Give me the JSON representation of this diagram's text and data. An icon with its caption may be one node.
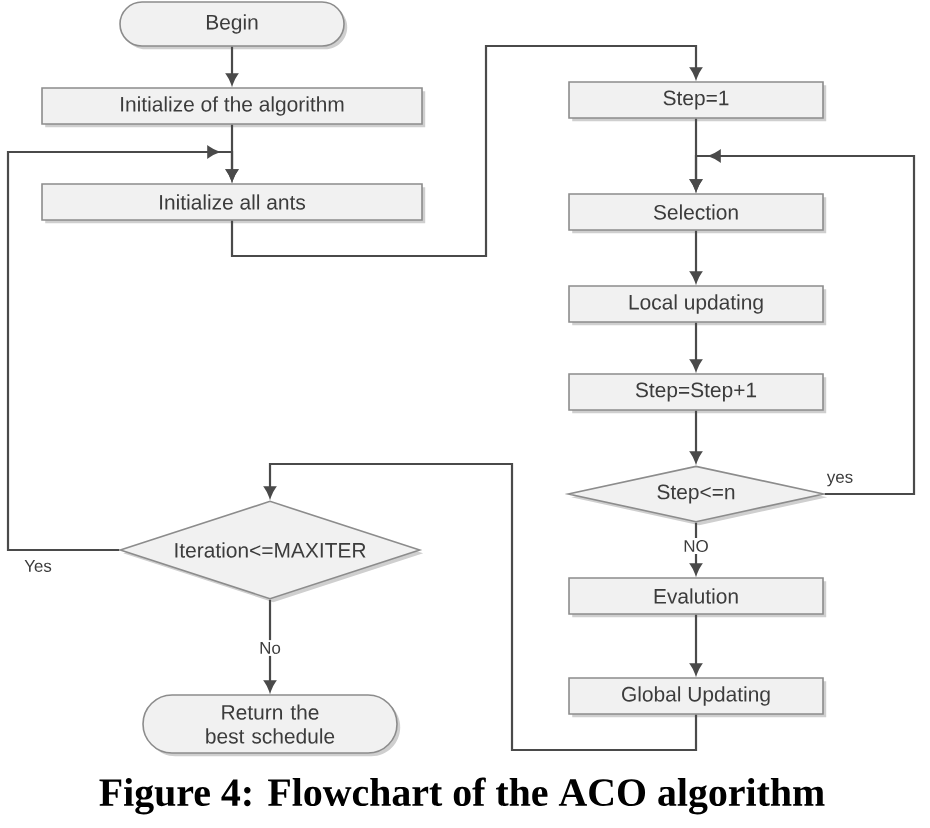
{
  "diagram": {
    "caption": "Figure 4: Flowchart of the ACO algorithm",
    "nodes": [
      {
        "text": [
          "Begin"
        ]
      },
      {
        "text": [
          "Initialize of the algorithm"
        ]
      },
      {
        "text": [
          "Initialize all ants"
        ]
      },
      {
        "text": [
          "Step=1"
        ]
      },
      {
        "text": [
          "Selection"
        ]
      },
      {
        "text": [
          "Local updating"
        ]
      },
      {
        "text": [
          "Step=Step+1"
        ]
      },
      {
        "text": [
          "Step<=n"
        ]
      },
      {
        "text": [
          "Evalution"
        ]
      },
      {
        "text": [
          "Global Updating"
        ]
      },
      {
        "text": [
          "Iteration<=MAXITER"
        ]
      },
      {
        "text": [
          "Return the best schedule"
        ]
      }
    ],
    "edges": [
      {
        "from": 0,
        "to": 1,
        "arrow": "to"
      },
      {
        "from": 1,
        "to": 2,
        "arrow": "to"
      },
      {
        "from": 2,
        "to": 3,
        "arrow": "to"
      },
      {
        "from": 3,
        "to": 4,
        "arrow": "to"
      },
      {
        "from": 4,
        "to": 5,
        "arrow": "to"
      },
      {
        "from": 5,
        "to": 6,
        "arrow": "to"
      },
      {
        "from": 6,
        "to": 7,
        "arrow": "to"
      },
      {
        "from": 7,
        "to": 4,
        "arrow": "to",
        "label": "yes"
      },
      {
        "from": 7,
        "to": 8,
        "arrow": "to",
        "label": "NO"
      },
      {
        "from": 8,
        "to": 9,
        "arrow": "to"
      },
      {
        "from": 9,
        "to": 10,
        "arrow": "to"
      },
      {
        "from": 10,
        "to": 2,
        "arrow": "to",
        "label": "Yes"
      },
      {
        "from": 10,
        "to": 11,
        "arrow": "to",
        "label": "No"
      }
    ]
  }
}
